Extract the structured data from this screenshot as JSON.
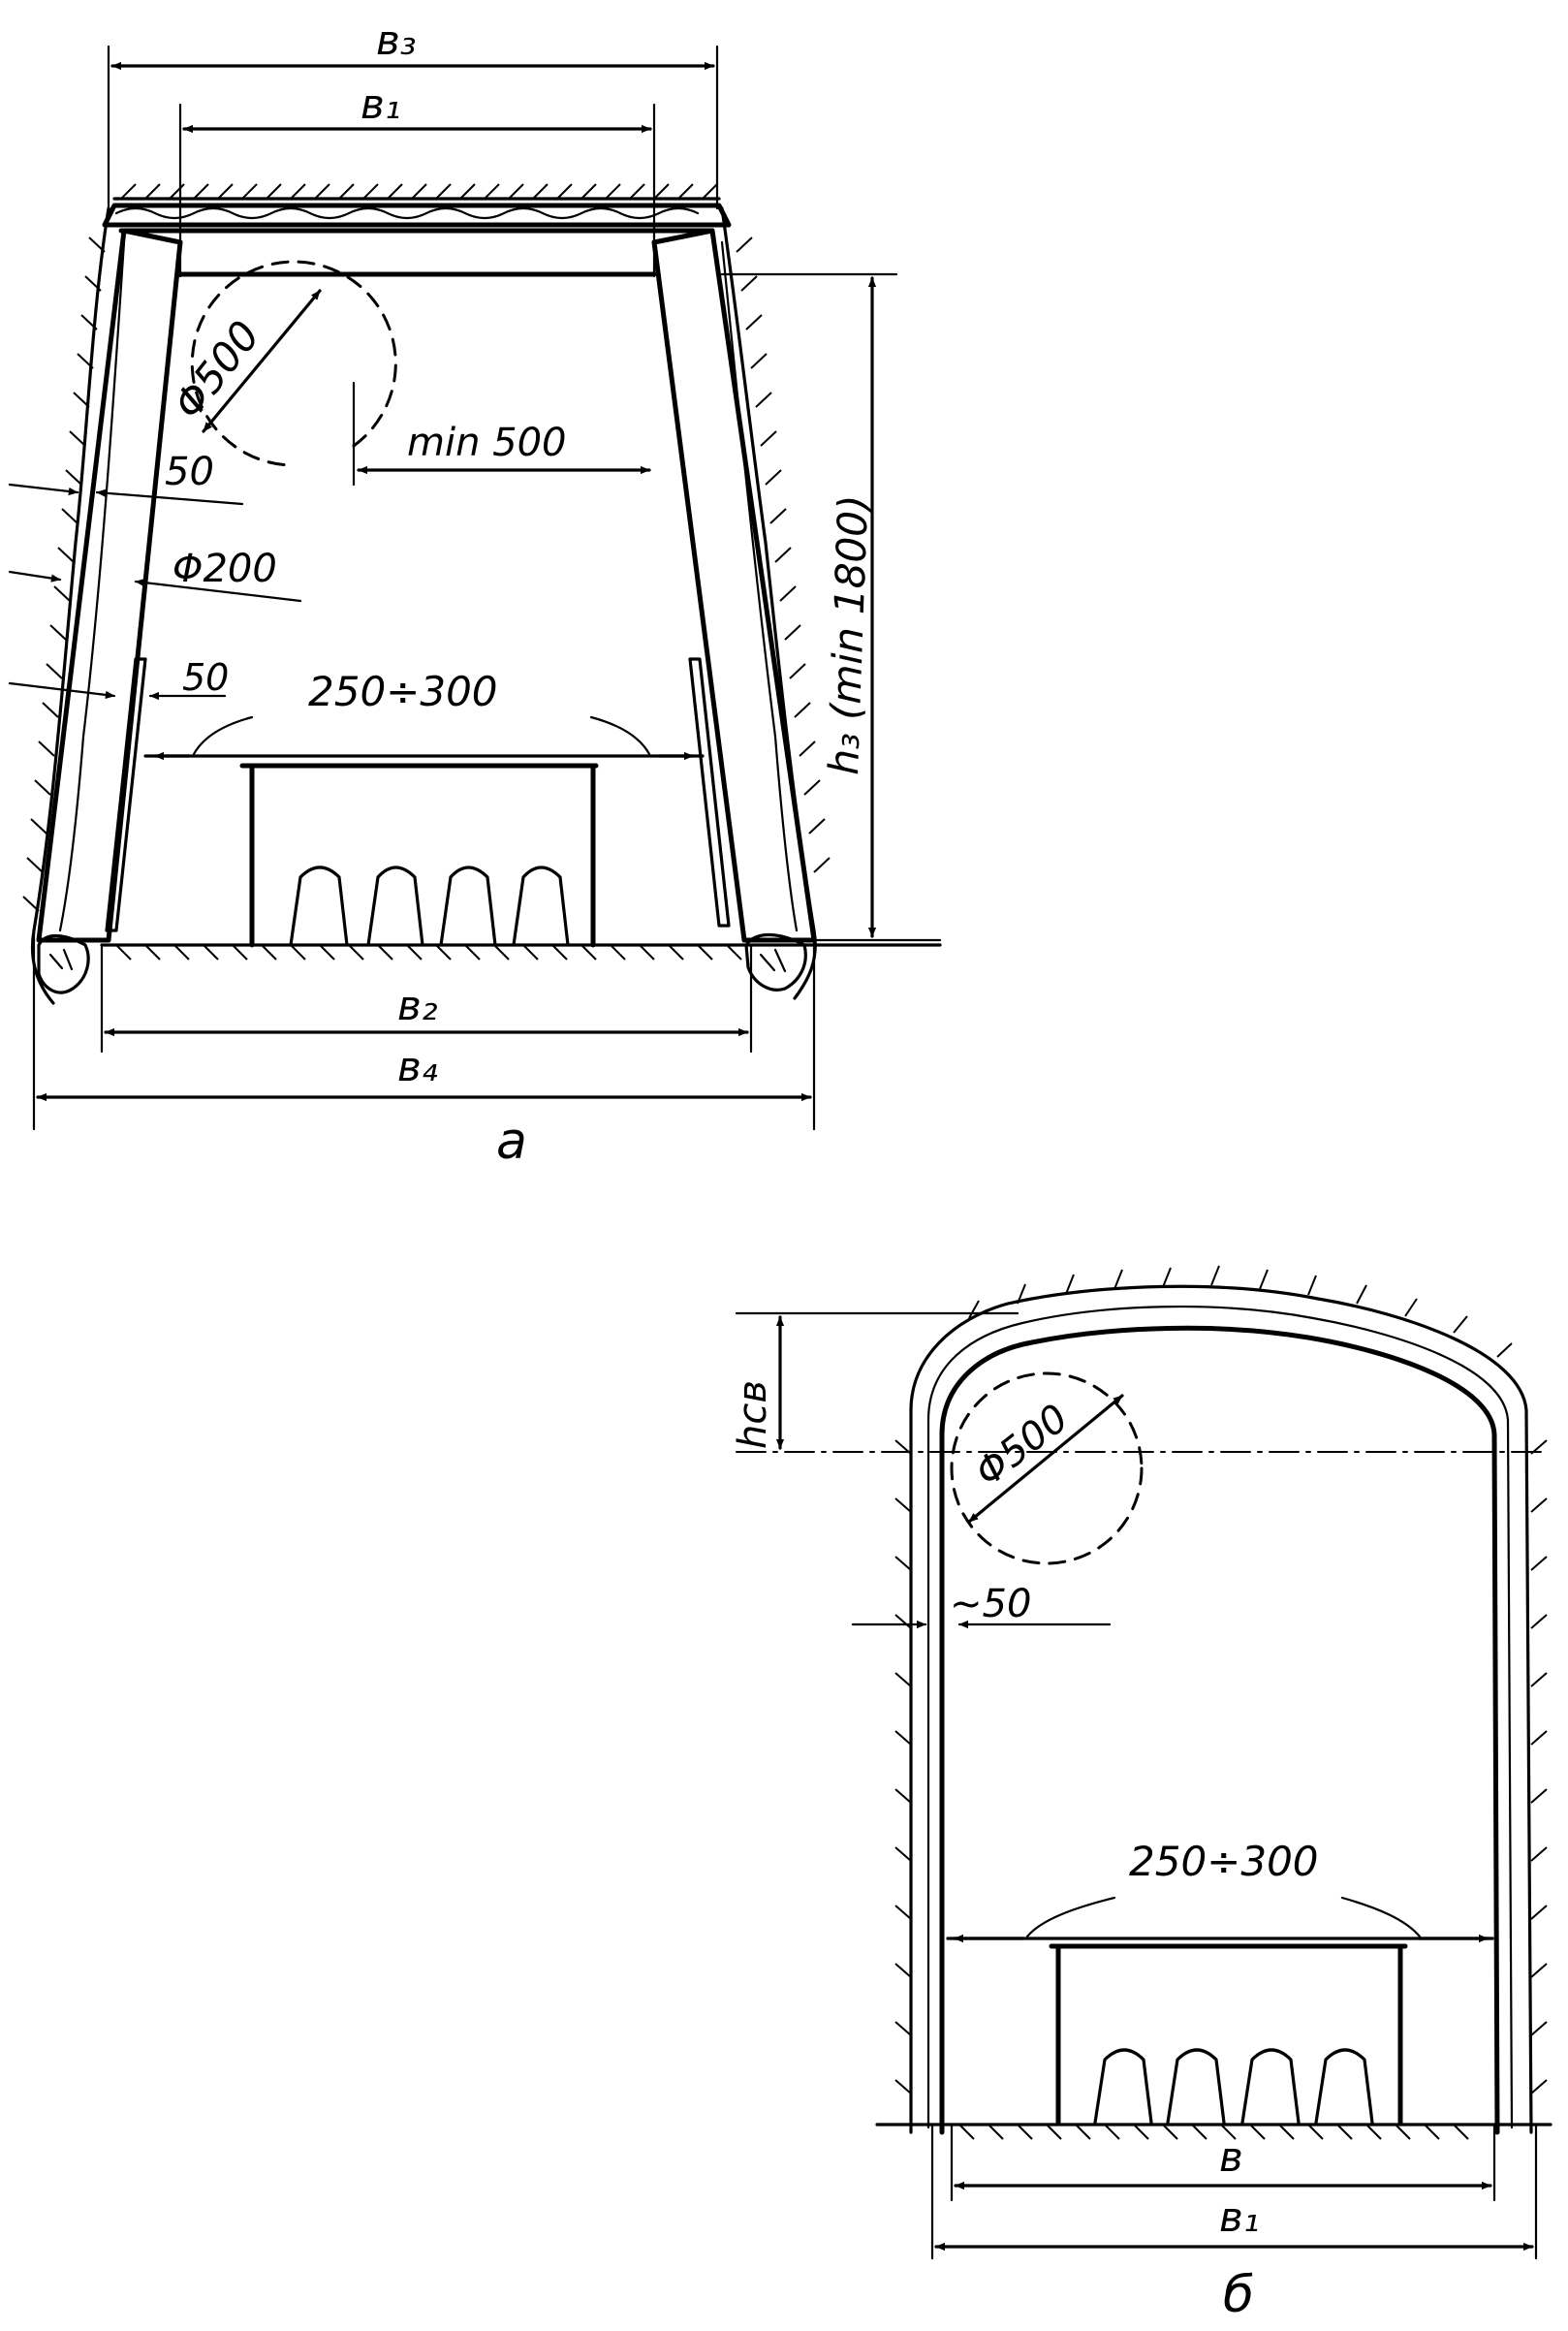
{
  "figure_a": {
    "caption": "а",
    "dims": {
      "b3": "в₃",
      "b1": "в₁",
      "h3": "h₃ (min 1800)",
      "phi500": "Φ500",
      "min500": "min 500",
      "d50_top": "50",
      "phi200": "Φ200",
      "d50_bottom": "50",
      "gap": "250÷300",
      "b2": "в₂",
      "b4": "в₄"
    }
  },
  "figure_b": {
    "caption": "б",
    "dims": {
      "hsv": "hсв",
      "phi500": "Φ500",
      "d50": "~50",
      "gap": "250÷300",
      "b": "в",
      "b1": "в₁"
    }
  }
}
